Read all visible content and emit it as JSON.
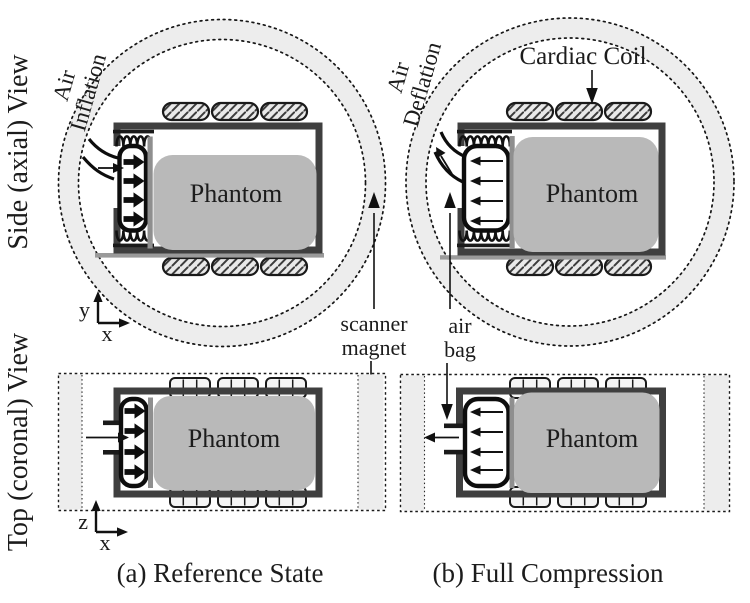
{
  "figure": {
    "row_labels": {
      "side": "Side (axial) View",
      "top": "Top (coronal) View"
    },
    "captions": {
      "a": "(a) Reference State",
      "b": "(b) Full Compression"
    },
    "labels": {
      "air_inflation": [
        "Air",
        "Inflation"
      ],
      "air_deflation": [
        "Air",
        "Deflation"
      ],
      "cardiac_coil": "Cardiac Coil",
      "scanner_magnet": [
        "scanner",
        "magnet"
      ],
      "air_bag": [
        "air",
        "bag"
      ],
      "phantom": "Phantom"
    },
    "axes": {
      "side": {
        "vertical": "y",
        "horizontal": "x"
      },
      "top": {
        "vertical": "z",
        "horizontal": "x"
      }
    },
    "colors": {
      "ring_fill": "#ededed",
      "band_fill": "#ededed",
      "phantom_fill": "#b9b9b9",
      "frame": "#3f3f3f",
      "plate": "#8f8f8f",
      "ink": "#111111"
    }
  }
}
